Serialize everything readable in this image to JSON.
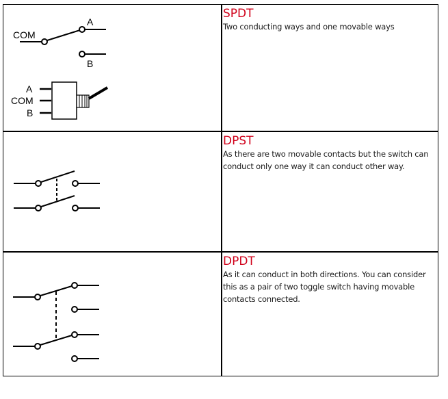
{
  "rows": [
    {
      "title": "SPDT",
      "description": "Two conducting ways and one movable ways",
      "diagram": {
        "labels": {
          "com": "COM",
          "a": "A",
          "b": "B"
        },
        "toggle_labels": {
          "a": "A",
          "com": "COM",
          "b": "B"
        }
      }
    },
    {
      "title": "DPST",
      "description": "As there are two movable contacts but the switch can conduct only one way it can conduct other way."
    },
    {
      "title": "DPDT",
      "description": "As it can conduct in both directions. You can consider this as a pair of two toggle switch having movable contacts connected."
    }
  ],
  "colors": {
    "title": "#d0021b",
    "text": "#1a1a1a",
    "border": "#000000"
  }
}
